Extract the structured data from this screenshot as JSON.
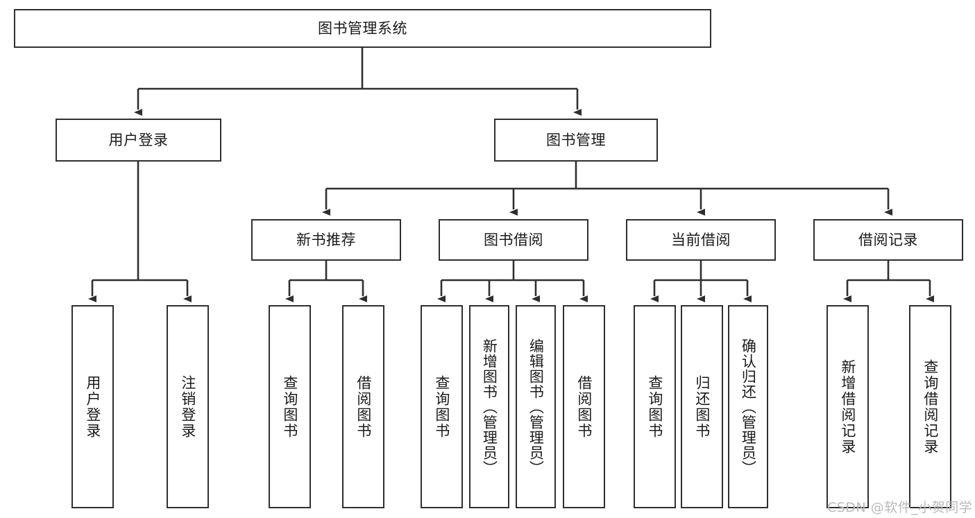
{
  "diagram": {
    "title": "图书管理系统",
    "root": {
      "label": "图书管理系统"
    },
    "level2": [
      {
        "label": "用户登录"
      },
      {
        "label": "图书管理"
      }
    ],
    "level3": [
      {
        "label": "新书推荐"
      },
      {
        "label": "图书借阅"
      },
      {
        "label": "当前借阅"
      },
      {
        "label": "借阅记录"
      }
    ],
    "leaves": [
      {
        "label": "用户登录",
        "parent": "用户登录"
      },
      {
        "label": "注销登录",
        "parent": "用户登录"
      },
      {
        "label": "查询图书",
        "parent": "新书推荐"
      },
      {
        "label": "借阅图书",
        "parent": "新书推荐"
      },
      {
        "label": "查询图书",
        "parent": "图书借阅"
      },
      {
        "label": "新增图书（管理员）",
        "parent": "图书借阅"
      },
      {
        "label": "编辑图书（管理员）",
        "parent": "图书借阅"
      },
      {
        "label": "借阅图书",
        "parent": "图书借阅"
      },
      {
        "label": "查询图书",
        "parent": "当前借阅"
      },
      {
        "label": "归还图书",
        "parent": "当前借阅"
      },
      {
        "label": "确认归还（管理员）",
        "parent": "当前借阅"
      },
      {
        "label": "新增借阅记录",
        "parent": "借阅记录"
      },
      {
        "label": "查询借阅记录",
        "parent": "借阅记录"
      }
    ],
    "watermark": "CSDN @软件_小贺同学",
    "colors": {
      "stroke": "#2f2f2f",
      "background": "#ffffff",
      "text": "#1a1a1a",
      "watermark": "#b9b9b9"
    }
  }
}
